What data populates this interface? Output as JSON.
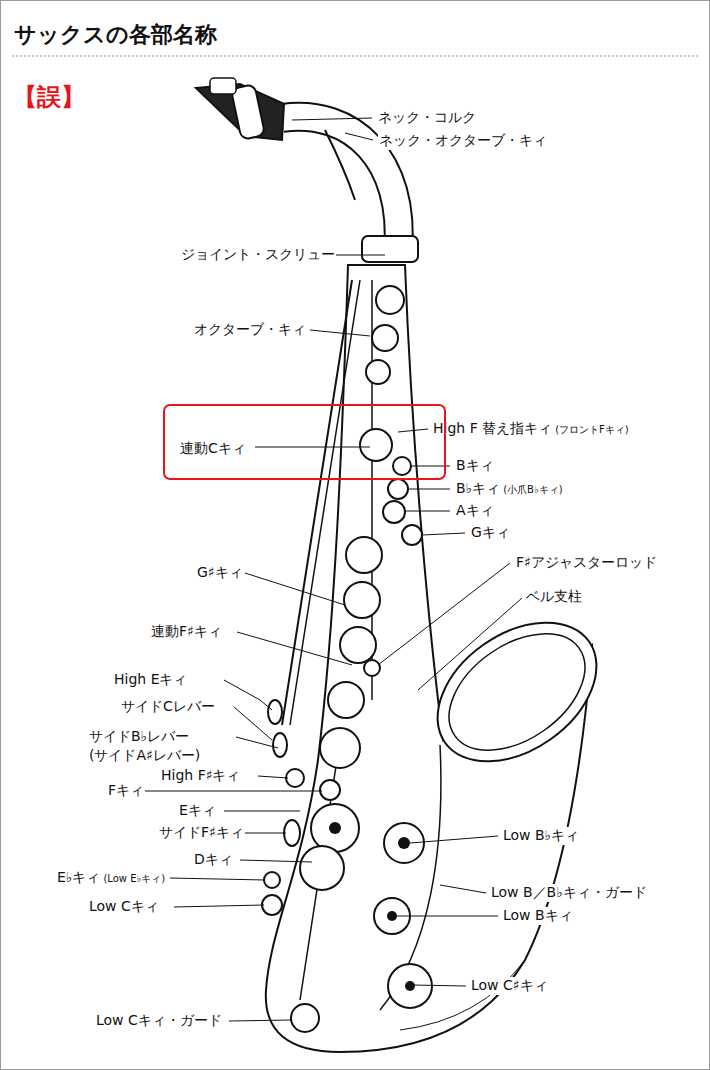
{
  "diagram": {
    "title": "サックスの各部名称",
    "nodes": [
      {
        "text": [
          "連動Cキィ"
        ]
      }
    ],
    "labels": [
      "【誤】",
      "ネック・コルク",
      "ネック・オクターブ・キィ",
      "ジョイント・スクリュー",
      "オクターブ・キィ",
      "High F 替え指キィ",
      "(フロントFキィ)",
      "Bキィ",
      "B♭キィ",
      "(小爪B♭キィ)",
      "Aキィ",
      "Gキィ",
      "F♯アジャスターロッド",
      "ベル支柱",
      "G♯キィ",
      "連動F♯キィ",
      "High Eキィ",
      "サイドCレバー",
      "サイドB♭レバー",
      "(サイドA♯レバー)",
      "High F♯キィ",
      "Fキィ",
      "Eキィ",
      "サイドF♯キィ",
      "Dキィ",
      "E♭キィ",
      "(Low E♭キィ)",
      "Low Cキィ",
      "Low B♭キィ",
      "Low B／B♭キィ・ガード",
      "Low Bキィ",
      "Low C♯キィ",
      "Low Cキィ・ガード"
    ]
  }
}
